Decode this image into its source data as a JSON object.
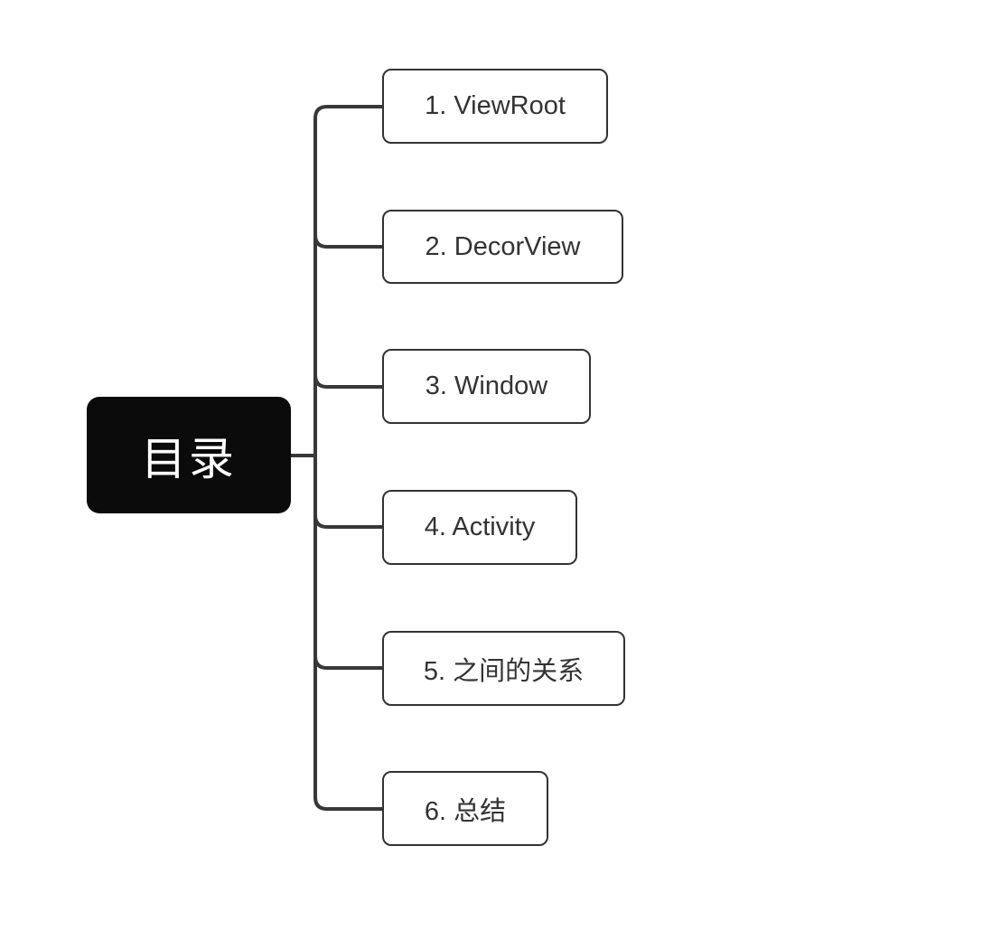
{
  "diagram": {
    "root": {
      "label": "目录"
    },
    "topics": [
      {
        "label": "1. ViewRoot"
      },
      {
        "label": "2. DecorView"
      },
      {
        "label": "3. Window"
      },
      {
        "label": "4. Activity"
      },
      {
        "label": "5. 之间的关系"
      },
      {
        "label": "6. 总结"
      }
    ],
    "colors": {
      "background": "#ffffff",
      "root_fill": "#0b0b0b",
      "root_text": "#ffffff",
      "node_border": "#333333",
      "node_text": "#333333",
      "connector_line": "#383838"
    }
  }
}
